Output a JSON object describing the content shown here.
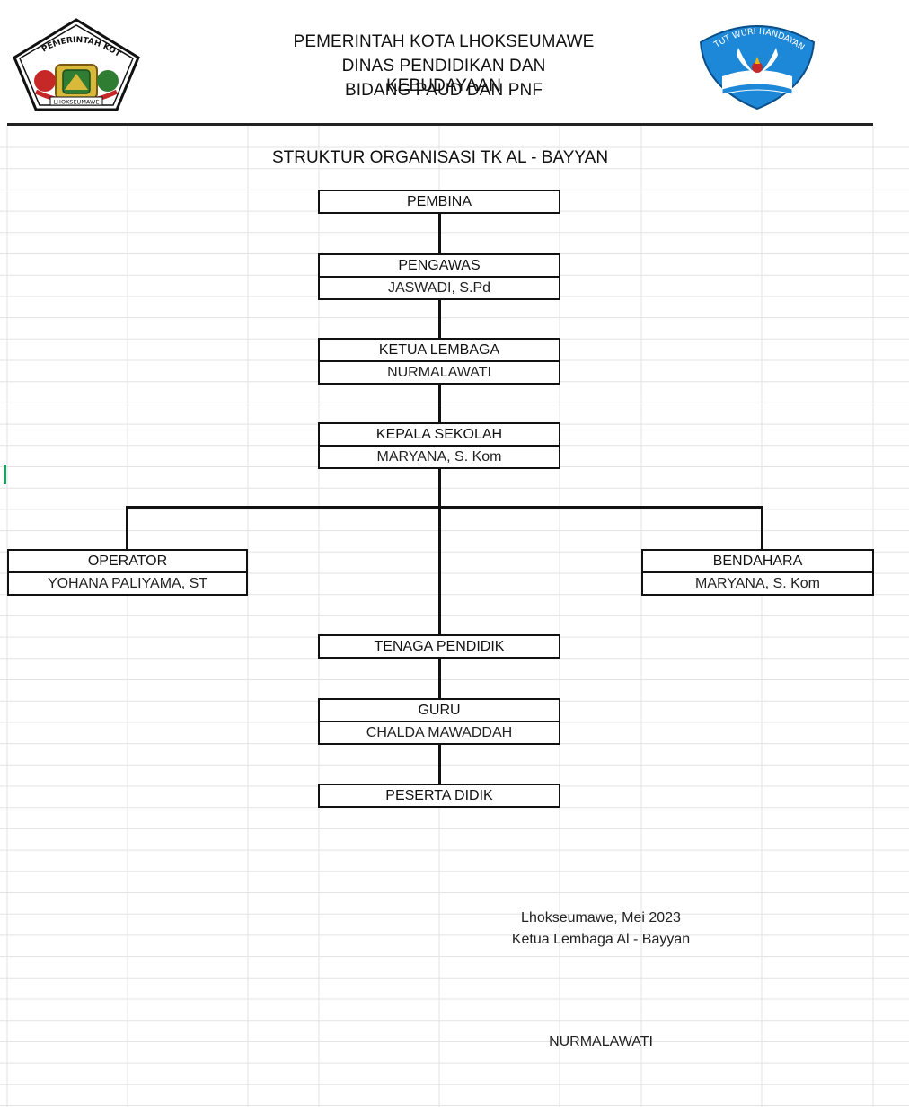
{
  "header": {
    "line1": "PEMERINTAH KOTA LHOKSEUMAWE",
    "line2": "DINAS PENDIDIKAN DAN KEBUDAYAAN",
    "line3": "BIDANG PAUD DAN PNF",
    "left_logo_text": "PEMERINTAH KOTA",
    "left_logo_bottom": "LHOKSEUMAWE",
    "right_logo_text": "TUT WURI HANDAYANI",
    "right_logo_color": "#1e88d8"
  },
  "title": "STRUKTUR ORGANISASI TK AL - BAYYAN",
  "org": {
    "pembina": {
      "role": "PEMBINA"
    },
    "pengawas": {
      "role": "PENGAWAS",
      "name": "JASWADI, S.Pd"
    },
    "ketua": {
      "role": "KETUA LEMBAGA",
      "name": "NURMALAWATI"
    },
    "kepala": {
      "role": "KEPALA SEKOLAH",
      "name": "MARYANA, S. Kom"
    },
    "operator": {
      "role": "OPERATOR",
      "name": "YOHANA PALIYAMA, ST"
    },
    "bendahara": {
      "role": "BENDAHARA",
      "name": "MARYANA, S. Kom"
    },
    "tenaga": {
      "role": "TENAGA PENDIDIK"
    },
    "guru": {
      "role": "GURU",
      "name": "CHALDA MAWADDAH"
    },
    "peserta": {
      "role": "PESERTA DIDIK"
    }
  },
  "signature": {
    "place_date": "Lhokseumawe, Mei 2023",
    "position": "Ketua Lembaga Al - Bayyan",
    "name": "NURMALAWATI"
  },
  "colors": {
    "line": "#111111",
    "grid": "#e3e3e3",
    "cursor": "#1aa260"
  }
}
